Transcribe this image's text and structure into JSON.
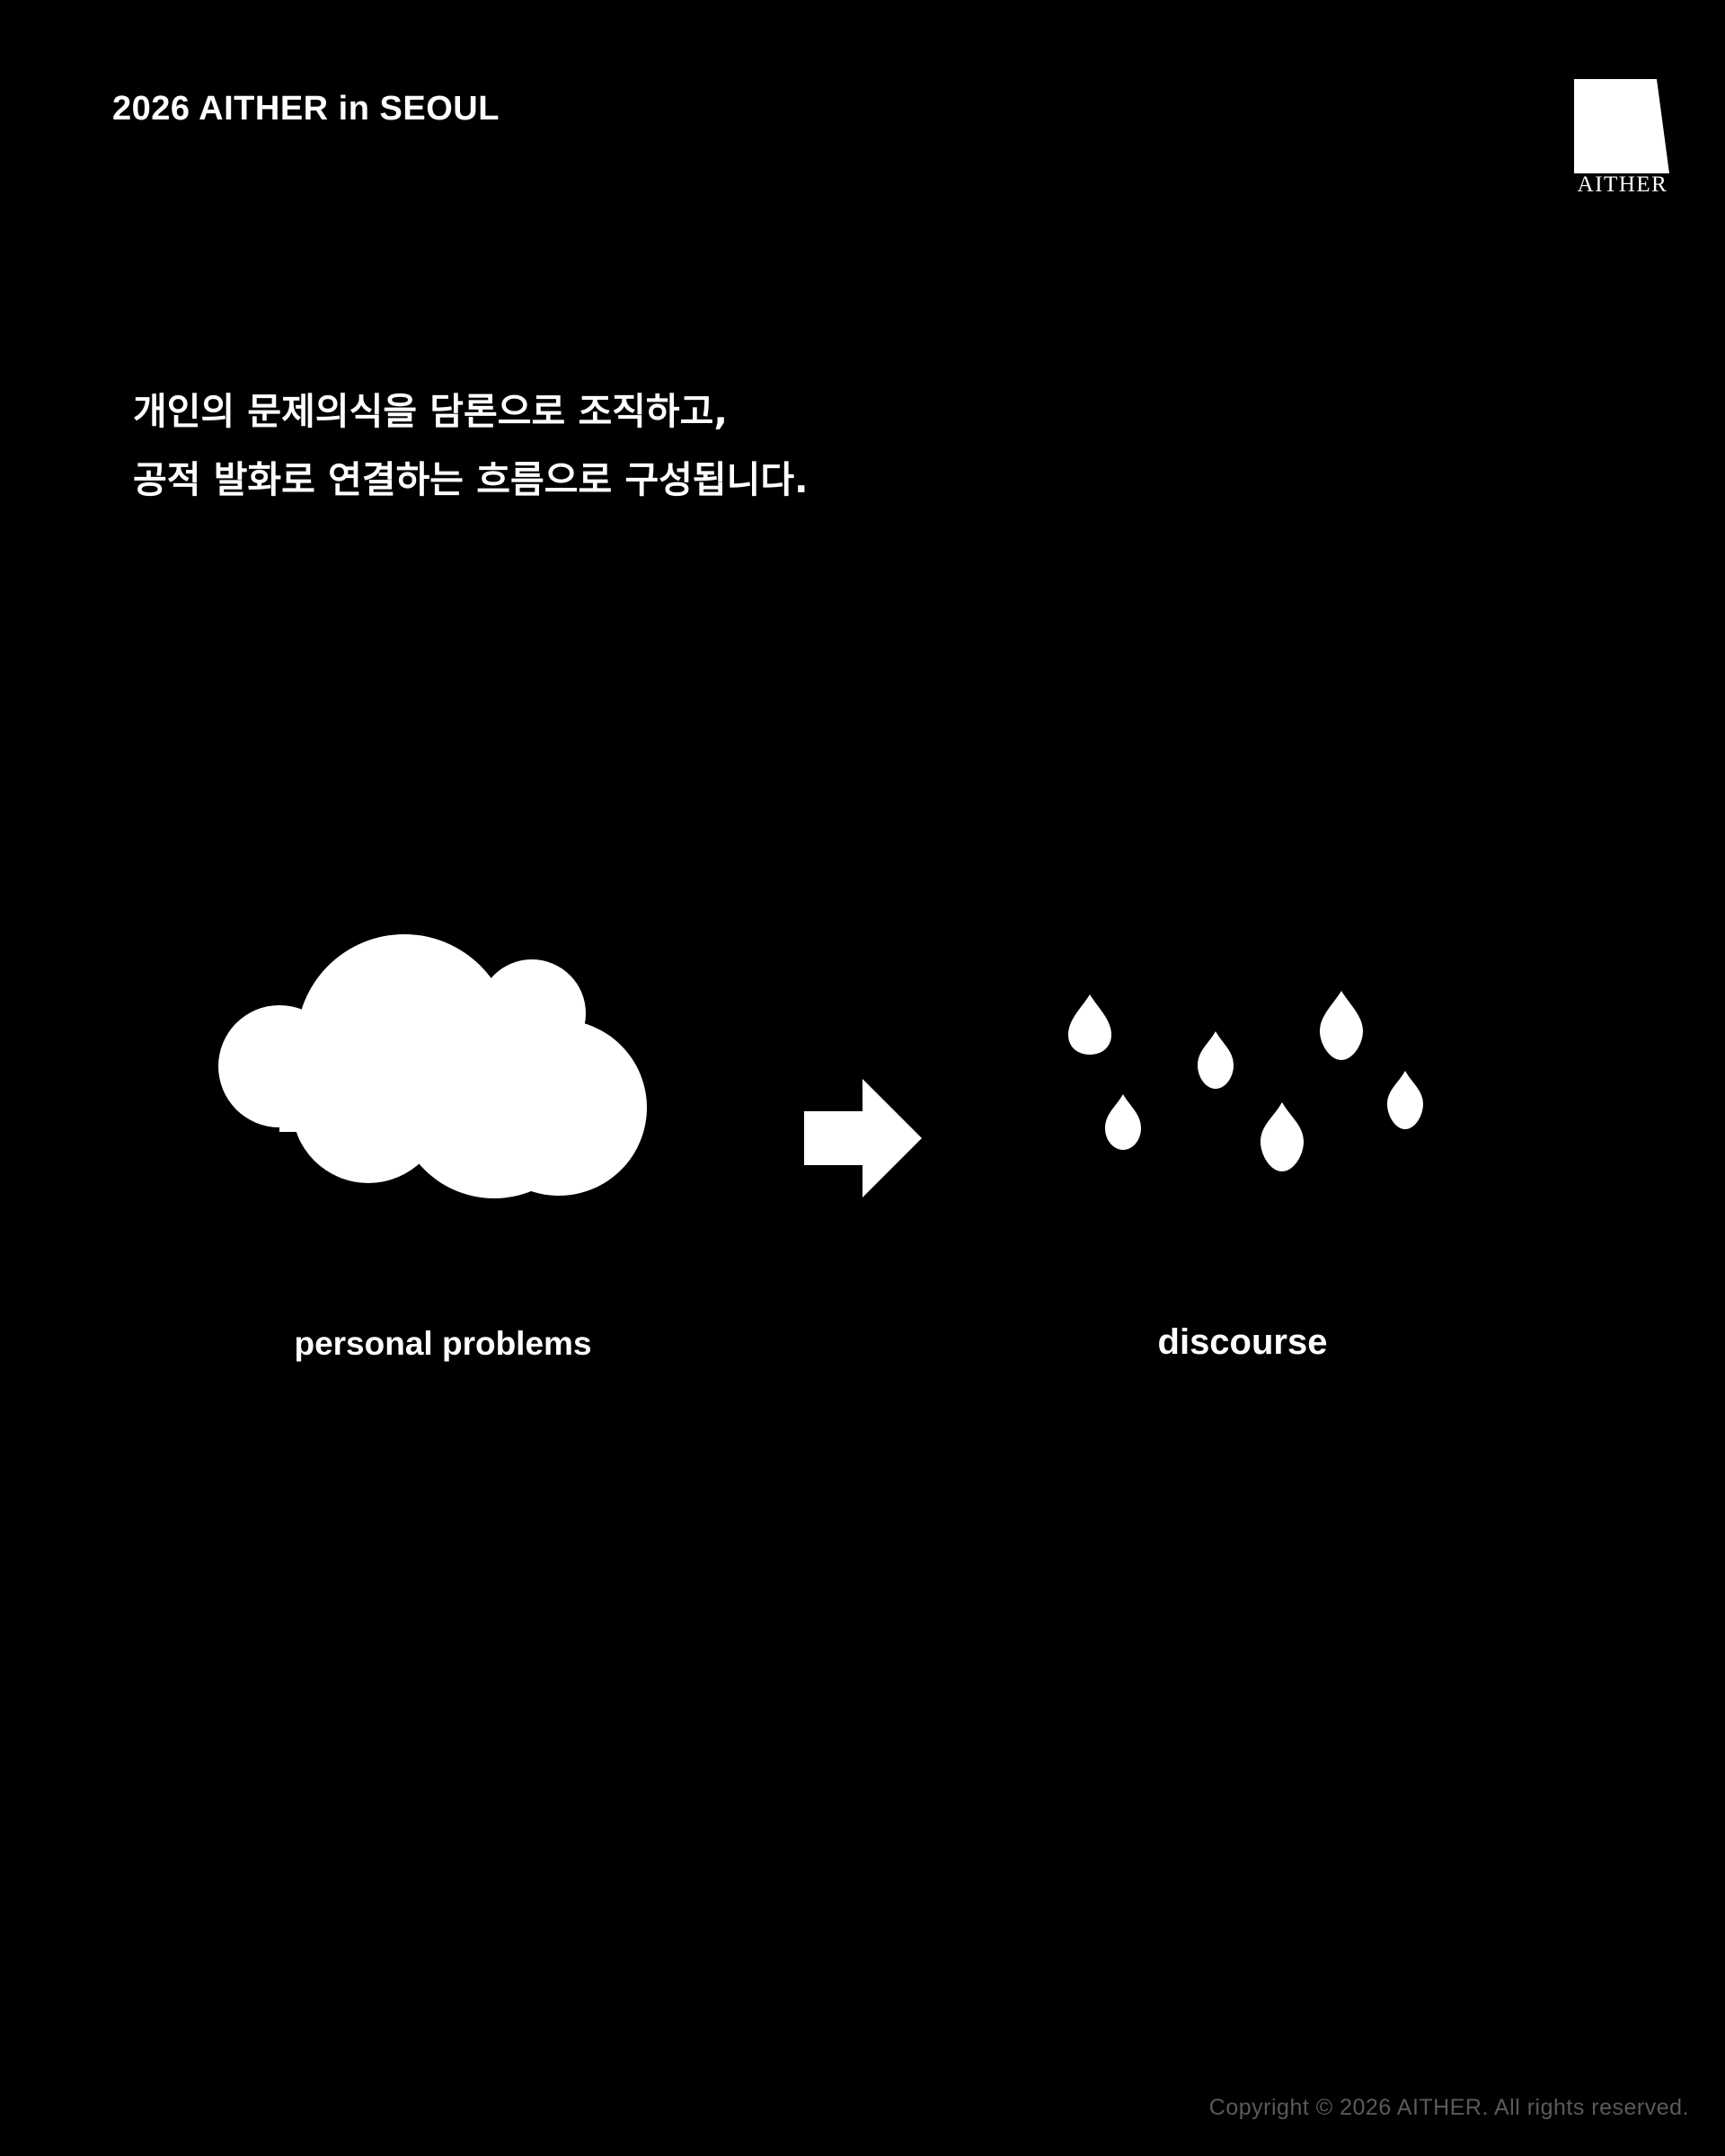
{
  "header": {
    "event_title": "2026 AITHER  in SEOUL",
    "logo_text": "AITHER"
  },
  "intro": {
    "line_1": "개인의 문제의식을 담론으로 조직하고,",
    "line_2": "공적 발화로 연결하는 흐름으로 구성됩니다."
  },
  "diagram": {
    "left_icon": "cloud-icon",
    "connector_icon": "arrow-right-icon",
    "right_icon": "raindrops-icon",
    "left_label": "personal problems",
    "right_label": "discourse"
  },
  "footer": {
    "copyright": "Copyright © 2026 AITHER. All rights reserved."
  },
  "colors": {
    "background": "#000000",
    "foreground": "#ffffff",
    "muted": "#5a5a5a"
  }
}
